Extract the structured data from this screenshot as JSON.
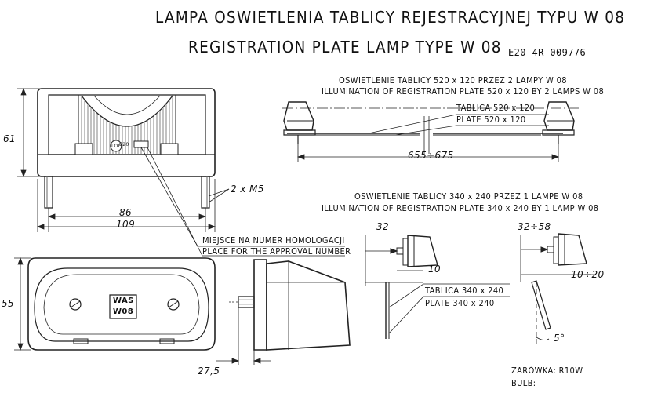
{
  "title_pl": "LAMPA OSWIETLENIA TABLICY REJESTRACYJNEJ TYPU W 08",
  "title_en": "REGISTRATION PLATE LAMP TYPE W 08",
  "approval_code": "E20-4R-009776",
  "section_two_lamps": {
    "pl": "OSWIETLENIE TABLICY 520 x 120 PRZEZ 2 LAMPY W 08",
    "en": "ILLUMINATION OF REGISTRATION PLATE 520 x 120 BY 2 LAMPS W 08",
    "plate_pl": "TABLICA 520 x 120",
    "plate_en": "PLATE 520 x 120",
    "distance": "655÷675"
  },
  "section_one_lamp": {
    "pl": "OSWIETLENIE TABLICY 340 x 240 PRZEZ 1 LAMPE W 08",
    "en": "ILLUMINATION OF REGISTRATION PLATE 340 x 240 BY 1 LAMP W 08",
    "plate_pl": "TABLICA 340 x 240",
    "plate_en": "PLATE 340 x 240",
    "dim_a_top": "32",
    "dim_a_side": "10",
    "dim_b_top": "32÷58",
    "dim_b_side": "10÷20",
    "angle": "5°"
  },
  "front_view": {
    "height": "61",
    "bolts": "2 x M5",
    "width_inner": "86",
    "width_outer": "109",
    "small_marks": [
      "LOO",
      "E20"
    ]
  },
  "approval_place": {
    "pl": "MIEJSCE NA NUMER HOMOLOGACJI",
    "en": "PLACE FOR THE APPROVAL NUMBER"
  },
  "bottom_view": {
    "height": "55",
    "marking_line1": "WAS",
    "marking_line2": "W08"
  },
  "side_view": {
    "depth": "27,5"
  },
  "bulb": {
    "pl": "ŻARÓWKA: R10W",
    "en": "BULB:"
  }
}
